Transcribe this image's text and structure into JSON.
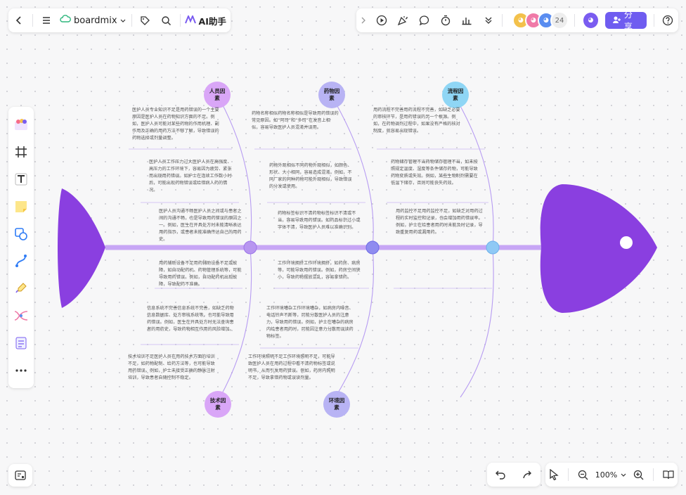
{
  "app": {
    "name": "boardmix",
    "ai_label": "AI助手",
    "share_label": "分享",
    "collaborator_count": "24",
    "zoom": "100%"
  },
  "colors": {
    "accent": "#6f5cf0",
    "spine": "#c7a6f5",
    "fish": "#8a3fe0"
  },
  "categories": {
    "top": [
      {
        "label": "人员因素",
        "color": "#d9a6f7"
      },
      {
        "label": "药物因素",
        "color": "#b8b3f4"
      },
      {
        "label": "流程因素",
        "color": "#8fd6f5"
      }
    ],
    "bottom": [
      {
        "label": "技术因素",
        "color": "#d9a6f7"
      },
      {
        "label": "环境因素",
        "color": "#b8b3f4"
      }
    ]
  },
  "causes": {
    "c1": "医护人员专业知识不足是用药错误的一个主要原因是医护人员在药物知识方面的不足。例如，医护人员可能对某些药物的作用机理、副作用及正确的用药方法不够了解，导致错误的药物选择或剂量调整。",
    "c2": "医护人员工作压力过大医护人员在高强度、高压力的工作环境下，容易因为疲劳、紧张而出现用药错误。如护士在连续工作数小时后，可能出现药物错误或给错病人药的情况。",
    "c3": "医护人员沟通不畅医护人员之间或与患者之间的沟通不畅，也是导致用药错误的原因之一。例如，医生在开具处方时未能清晰表达用药指示，或患者未能准确传达自己的用药史。",
    "c4": "药物名称相似药物名称相似是导致用药错误的常见原因。如“阿司”和“多司”在发音上相似，容易导致医护人员混淆并误用。",
    "c5": "药物外观相似不同药物外观相似，如颜色、形状、大小相同，容易造成混淆。例如，不同厂家的同种药物可能外观相似，导致错误的分发或使用。",
    "c6": "药物标签标识不清药物标签标识不清或不当，容易导致用药错误。如药品标识过小或字体不清，导致医护人员难以准确识别。",
    "c7": "用药流程不完善用药流程不完善，如缺乏必要的审核环节，是用药错误的另一个根源。例如，在药物调剂过程中，如果没有严格的核对制度，就容易出现错误。",
    "c8": "药物储存管理不当药物储存管理不当，如未按照规定温度、湿度等条件储存药物，可能导致药物变质或失效。例如，某些生物制剂需要在低温下储存，否则可能丧失药效。",
    "c9": "用药监控不足用药监控不足，如缺乏对用药过程的实时监控和记录，也会增加用药错误率。例如，护士在给患者用药时未能及时记录，导致重复用药或漏用药。",
    "c10": "用药辅助设备不足用药辅助设备不足或故障，如自动配药机、药物管理系统等，可能导致用药错误。例如，自动配药机出现故障，导致配药不准确。",
    "c11": "信息系统不完善信息系统不完善，如缺乏药物信息数据库、处方审核系统等，也可能导致用药错误。例如，医生在开具处方时无法查询患者的用药史，导致药物相互作用的风险增加。",
    "c12": "技术培训不足医护人员在用药技术方面的培训不足，如药物配制、给药方法等，也可能导致用药错误。例如，护士未接受正确的静脉注射培训，导致患者自随控制不稳定。",
    "c13": "工作环境嘈杂工作环境嘈杂，如病房内噪音、电话铃声不断等，可能分散医护人员的注意力，导致用药错误。例如，护士在嘈杂的病房内给患者用药时，可能因注意力分散而误读药物标签。",
    "c14": "工作环境拥挤工作环境拥挤，如药房、病房等，可能导致用药错误。例如，药房空间狭小，导致药物摆放混乱，容易拿错药。",
    "c15": "工作环境照明不足工作环境照明不足，可能导致医护人员在用药过程中看不清药物标签或说明书，从而引发用药错误。例如，药房内照明不足，导致拿错药物或误读剂量。"
  }
}
